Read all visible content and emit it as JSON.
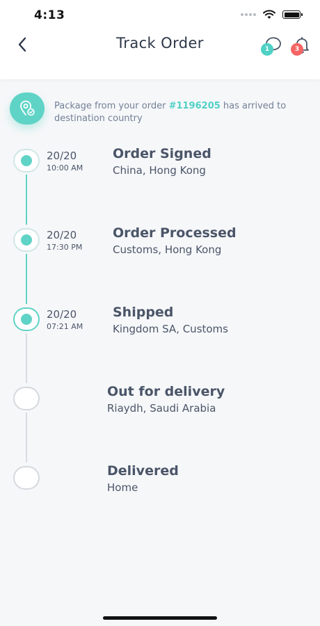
{
  "status_bar": {
    "time": "4:13"
  },
  "header": {
    "title": "Track Order",
    "chat_badge": "1",
    "bell_badge": "3"
  },
  "notice": {
    "prefix": "Package from your order ",
    "order_number": "#1196205",
    "suffix": " has arrived to destination country"
  },
  "steps": [
    {
      "date": "20/20",
      "time": "10:00 AM",
      "title": "Order Signed",
      "location": "China, Hong Kong",
      "state": "done"
    },
    {
      "date": "20/20",
      "time": "17:30 PM",
      "title": "Order Processed",
      "location": "Customs, Hong Kong",
      "state": "done"
    },
    {
      "date": "20/20",
      "time": "07:21 AM",
      "title": "Shipped",
      "location": "Kingdom SA, Customs",
      "state": "current"
    },
    {
      "date": "",
      "time": "",
      "title": "Out for delivery",
      "location": "Riaydh, Saudi Arabia",
      "state": "pending"
    },
    {
      "date": "",
      "time": "",
      "title": "Delivered",
      "location": "Home",
      "state": "pending"
    }
  ],
  "colors": {
    "accent": "#5fd3c6",
    "badge_chat": "#4fd1c5",
    "badge_bell": "#f56565"
  },
  "icons": {
    "back": "chevron-left-icon",
    "chat": "chat-bubble-icon",
    "bell": "bell-icon",
    "notice": "location-check-icon"
  }
}
